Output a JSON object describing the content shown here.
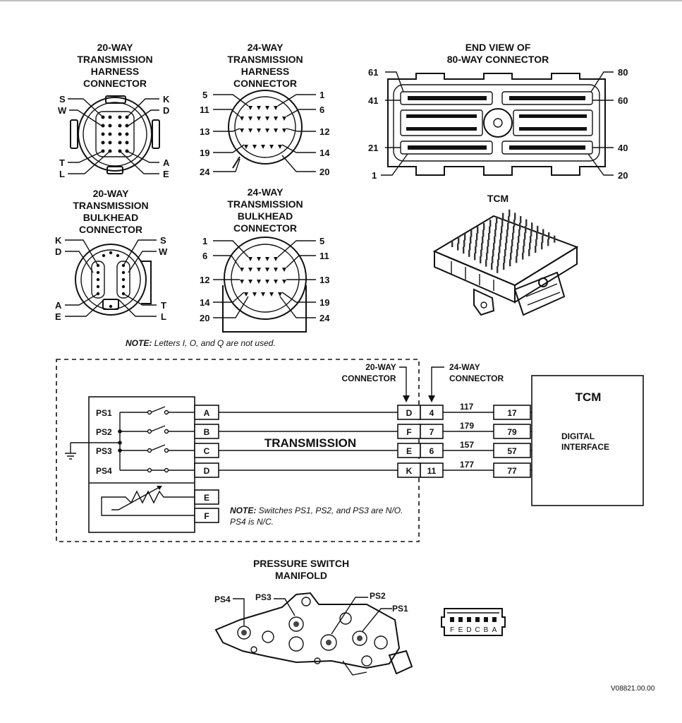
{
  "connectors": {
    "harness20": {
      "title": [
        "20-WAY",
        "TRANSMISSION",
        "HARNESS",
        "CONNECTOR"
      ],
      "labels": [
        "S",
        "W",
        "K",
        "D",
        "T",
        "L",
        "A",
        "E"
      ]
    },
    "harness24": {
      "title": [
        "24-WAY",
        "TRANSMISSION",
        "HARNESS",
        "CONNECTOR"
      ],
      "labels": [
        "5",
        "11",
        "13",
        "19",
        "24",
        "1",
        "6",
        "12",
        "14",
        "20"
      ]
    },
    "end80": {
      "title": [
        "END VIEW OF",
        "80-WAY CONNECTOR"
      ],
      "labels": [
        "61",
        "41",
        "21",
        "1",
        "80",
        "60",
        "40",
        "20"
      ]
    },
    "bulk20": {
      "title": [
        "20-WAY",
        "TRANSMISSION",
        "BULKHEAD",
        "CONNECTOR"
      ],
      "labels": [
        "K",
        "D",
        "A",
        "E",
        "S",
        "W",
        "T",
        "L"
      ]
    },
    "bulk24": {
      "title": [
        "24-WAY",
        "TRANSMISSION",
        "BULKHEAD",
        "CONNECTOR"
      ],
      "labels": [
        "1",
        "6",
        "12",
        "14",
        "20",
        "5",
        "11",
        "13",
        "19",
        "24"
      ]
    },
    "tcm_title": "TCM"
  },
  "note_letters": {
    "bold": "NOTE:",
    "text": " Letters I, O, and Q are not used."
  },
  "schematic": {
    "conn20_label": [
      "20-WAY",
      "CONNECTOR"
    ],
    "conn24_label": [
      "24-WAY",
      "CONNECTOR"
    ],
    "switches": [
      "PS1",
      "PS2",
      "PS3",
      "PS4"
    ],
    "pins": [
      "A",
      "B",
      "C",
      "D",
      "E",
      "F"
    ],
    "transmission": "TRANSMISSION",
    "c20": [
      "D",
      "F",
      "E",
      "K"
    ],
    "c24": [
      "4",
      "7",
      "6",
      "11"
    ],
    "wires": [
      "117",
      "179",
      "157",
      "177"
    ],
    "tcm_pins": [
      "17",
      "79",
      "57",
      "77"
    ],
    "tcm": "TCM",
    "digital": [
      "DIGITAL",
      "INTERFACE"
    ],
    "note": {
      "bold": "NOTE:",
      "line1": " Switches PS1, PS2, and PS3 are N/O.",
      "line2": "PS4 is N/C."
    }
  },
  "manifold": {
    "title": [
      "PRESSURE SWITCH",
      "MANIFOLD"
    ],
    "labels": [
      "PS4",
      "PS3",
      "PS2",
      "PS1"
    ],
    "plug_pins": [
      "F",
      "E",
      "D",
      "C",
      "B",
      "A"
    ]
  },
  "figure_code": "V08821.00.00"
}
